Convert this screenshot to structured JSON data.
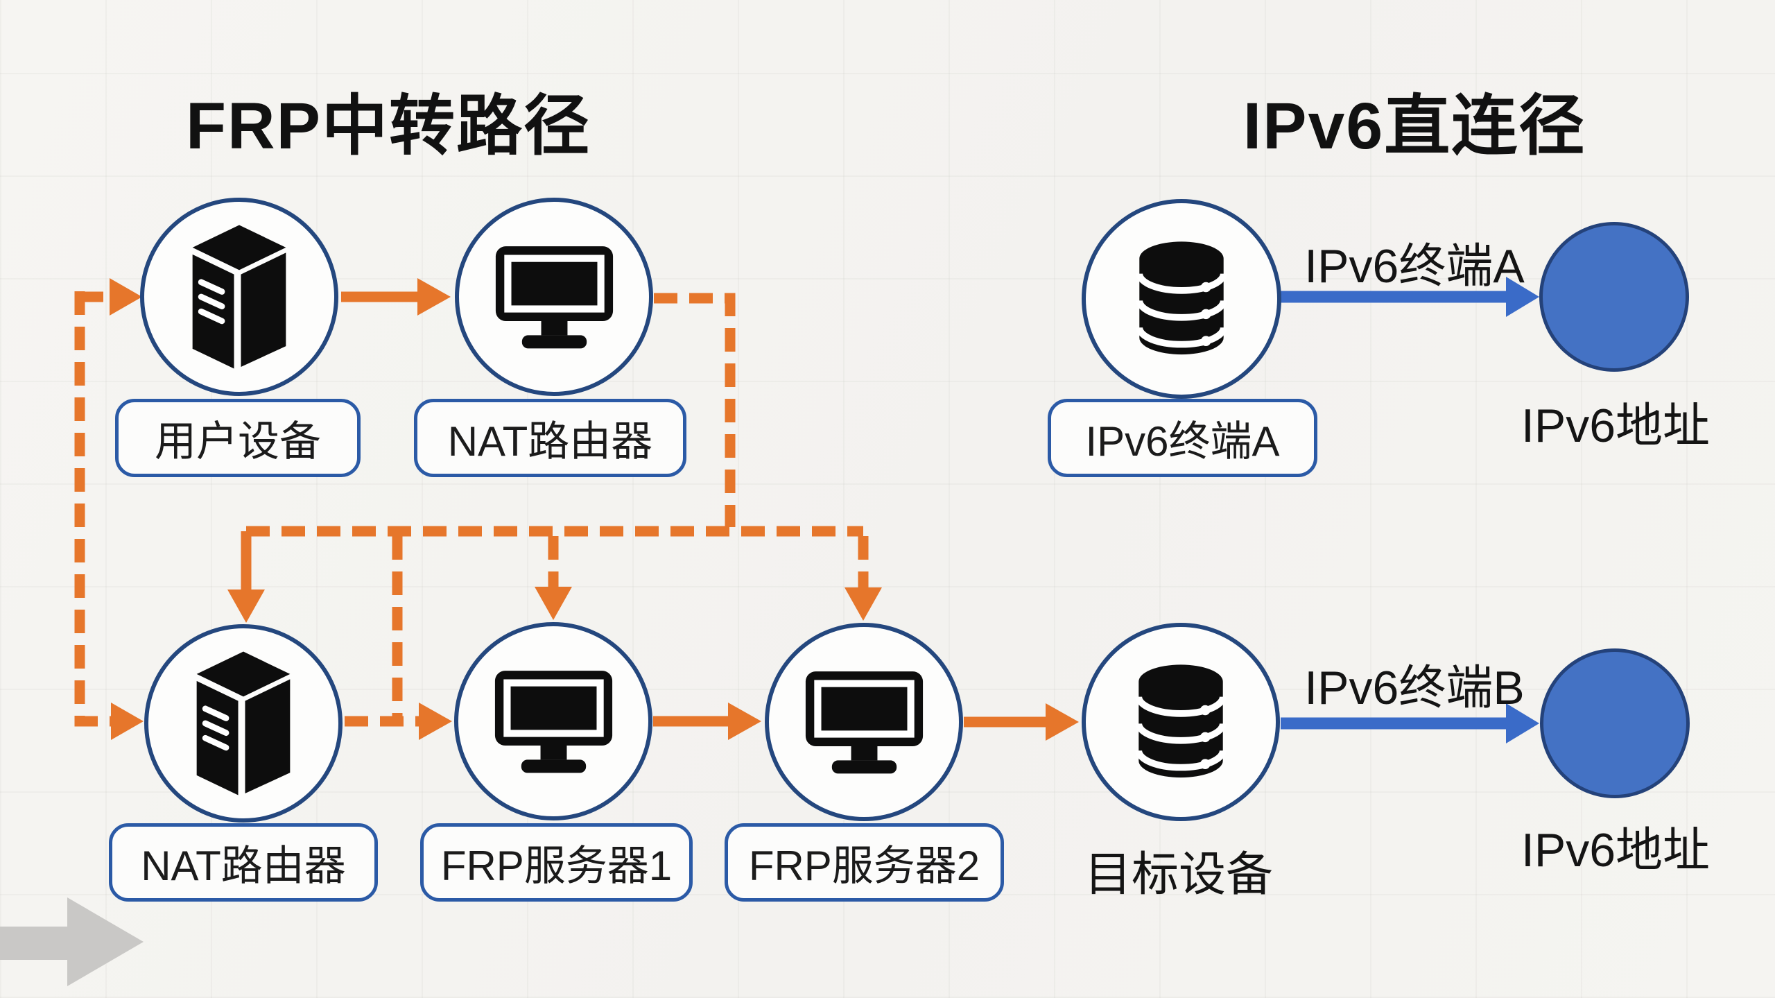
{
  "titles": {
    "left": "FRP中转路径",
    "right": "IPv6直连径"
  },
  "nodes": [
    {
      "id": "user-device",
      "icon": "server-icon",
      "label": "用户设备"
    },
    {
      "id": "nat-router-top",
      "icon": "monitor-icon",
      "label": "NAT路由器"
    },
    {
      "id": "ipv6-terminal-a",
      "icon": "database-icon",
      "label": "IPv6终端A"
    },
    {
      "id": "ipv6-address-top",
      "icon": "blue-circle",
      "label": "IPv6地址"
    },
    {
      "id": "nat-router-bottom",
      "icon": "server-icon",
      "label": "NAT路由器"
    },
    {
      "id": "frp-server-1",
      "icon": "monitor-icon",
      "label": "FRP服务器1"
    },
    {
      "id": "frp-server-2",
      "icon": "monitor-icon",
      "label": "FRP服务器2"
    },
    {
      "id": "target-device",
      "icon": "database-icon",
      "label": "目标设备"
    },
    {
      "id": "ipv6-address-bottom",
      "icon": "blue-circle",
      "label": "IPv6地址"
    }
  ],
  "arrow_labels": {
    "ipv6_terminal_a": "IPv6终端A",
    "ipv6_terminal_b": "IPv6终端B"
  },
  "colors": {
    "orange_path": "#E6762B",
    "blue_arrow": "#3A6BC8",
    "node_ring": "#24477E",
    "label_border": "#2B5AA6",
    "blue_node_fill": "#4472C4",
    "gray_arrow": "#C9C8C6",
    "background": "#F4F3F0",
    "text": "#141414"
  }
}
